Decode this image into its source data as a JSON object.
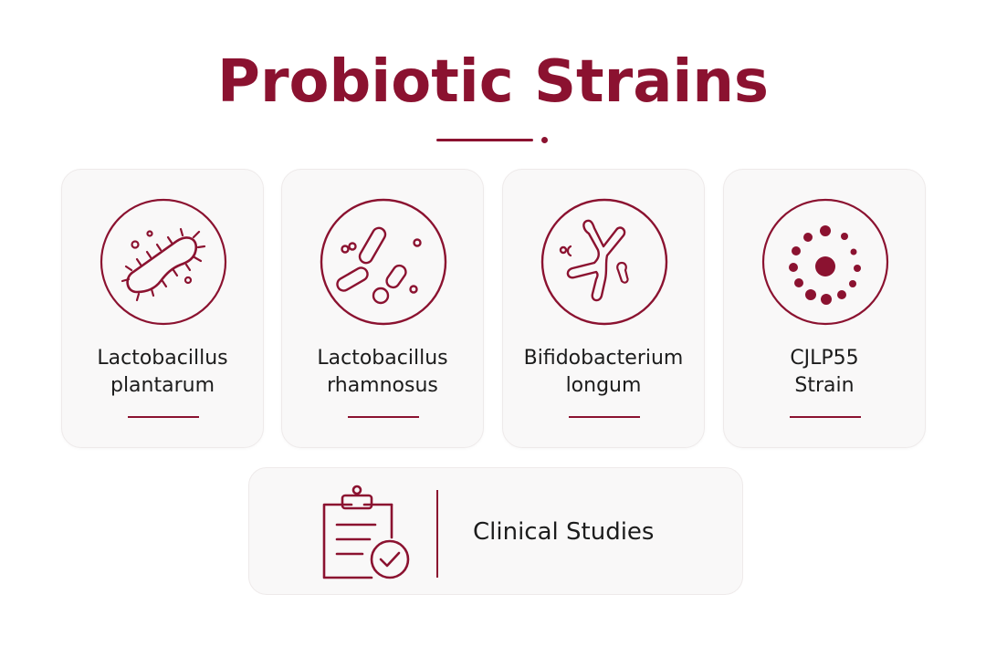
{
  "title": "Probiotic Strains",
  "accent_color": "#8b1230",
  "strains": [
    {
      "line1": "Lactobacillus",
      "line2": "plantarum",
      "icon": "rod-bacterium-icon"
    },
    {
      "line1": "Lactobacillus",
      "line2": "rhamnosus",
      "icon": "bacilli-cluster-icon"
    },
    {
      "line1": "Bifidobacterium",
      "line2": "longum",
      "icon": "branched-bacterium-icon"
    },
    {
      "line1": "CJLP55",
      "line2": "Strain",
      "icon": "dot-ring-icon"
    }
  ],
  "clinical": {
    "label": "Clinical Studies",
    "icon": "clipboard-check-icon"
  }
}
